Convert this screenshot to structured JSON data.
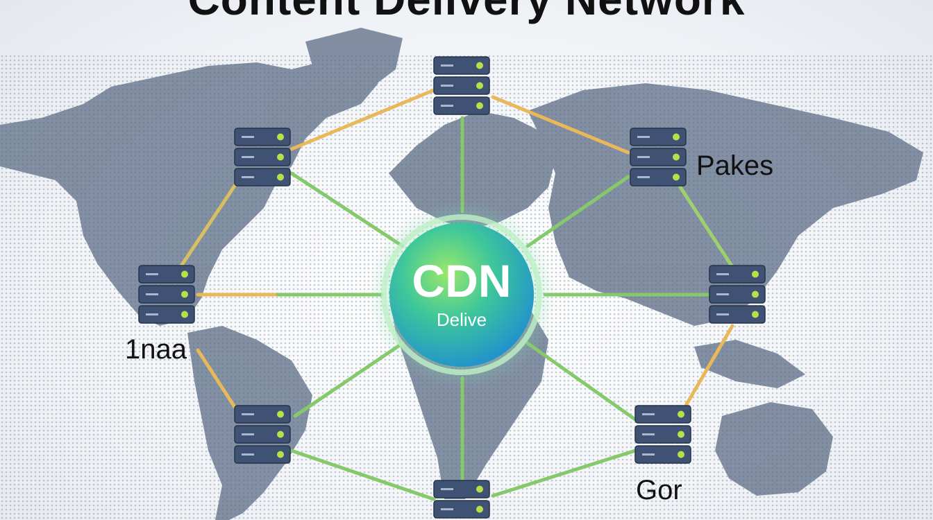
{
  "title": "Content Delivery Network",
  "hub": {
    "main": "CDN",
    "sub": "Delive"
  },
  "labels": {
    "northeast_asia": "Pakes",
    "central_america": "1naa",
    "oceania": "Gor"
  },
  "colors": {
    "link_green": "#86c96b",
    "link_orange": "#e8b85a",
    "map_land": "#6f7d90",
    "server_body": "#3f5274",
    "server_led": "#b8e04a",
    "hub_green": "#6fd36c",
    "hub_blue": "#2f9bd6"
  },
  "icons": [
    "server-rack-icon",
    "world-map-background"
  ]
}
